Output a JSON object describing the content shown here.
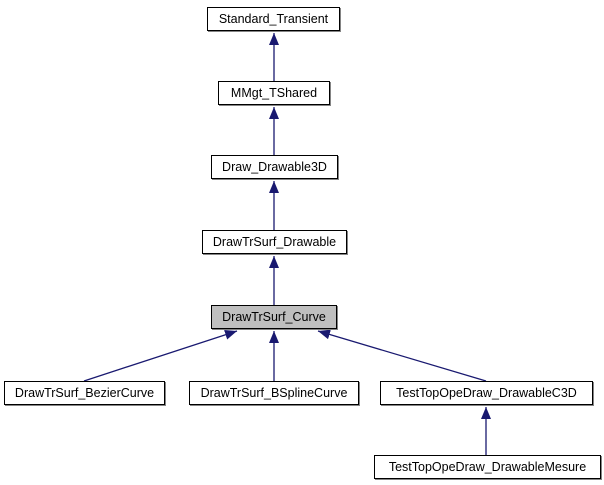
{
  "diagram": {
    "title": "class inheritance graph",
    "colors": {
      "background": "#ffffff",
      "edge": "#191970",
      "node_fill": "#ffffff",
      "node_border": "#000000",
      "node_shadow": "#848484",
      "highlight_fill": "#bfbfbf",
      "text": "#000000"
    },
    "nodes": [
      {
        "id": "standard-transient",
        "label": "Standard_Transient",
        "highlighted": false
      },
      {
        "id": "mmgt-tshared",
        "label": "MMgt_TShared",
        "highlighted": false
      },
      {
        "id": "draw-drawable3d",
        "label": "Draw_Drawable3D",
        "highlighted": false
      },
      {
        "id": "drawtrsurf-drawable",
        "label": "DrawTrSurf_Drawable",
        "highlighted": false
      },
      {
        "id": "drawtrsurf-curve",
        "label": "DrawTrSurf_Curve",
        "highlighted": true
      },
      {
        "id": "drawtrsurf-beziercurve",
        "label": "DrawTrSurf_BezierCurve",
        "highlighted": false
      },
      {
        "id": "drawtrsurf-bsplinecurve",
        "label": "DrawTrSurf_BSplineCurve",
        "highlighted": false
      },
      {
        "id": "testtopopedraw-drawablec3d",
        "label": "TestTopOpeDraw_DrawableC3D",
        "highlighted": false
      },
      {
        "id": "testtopopedraw-drawablemesure",
        "label": "TestTopOpeDraw_DrawableMesure",
        "highlighted": false
      }
    ],
    "edges": [
      {
        "from": "MMgt_TShared",
        "to": "Standard_Transient"
      },
      {
        "from": "Draw_Drawable3D",
        "to": "MMgt_TShared"
      },
      {
        "from": "DrawTrSurf_Drawable",
        "to": "Draw_Drawable3D"
      },
      {
        "from": "DrawTrSurf_Curve",
        "to": "DrawTrSurf_Drawable"
      },
      {
        "from": "DrawTrSurf_BezierCurve",
        "to": "DrawTrSurf_Curve"
      },
      {
        "from": "DrawTrSurf_BSplineCurve",
        "to": "DrawTrSurf_Curve"
      },
      {
        "from": "TestTopOpeDraw_DrawableC3D",
        "to": "DrawTrSurf_Curve"
      },
      {
        "from": "TestTopOpeDraw_DrawableMesure",
        "to": "TestTopOpeDraw_DrawableC3D"
      }
    ]
  }
}
